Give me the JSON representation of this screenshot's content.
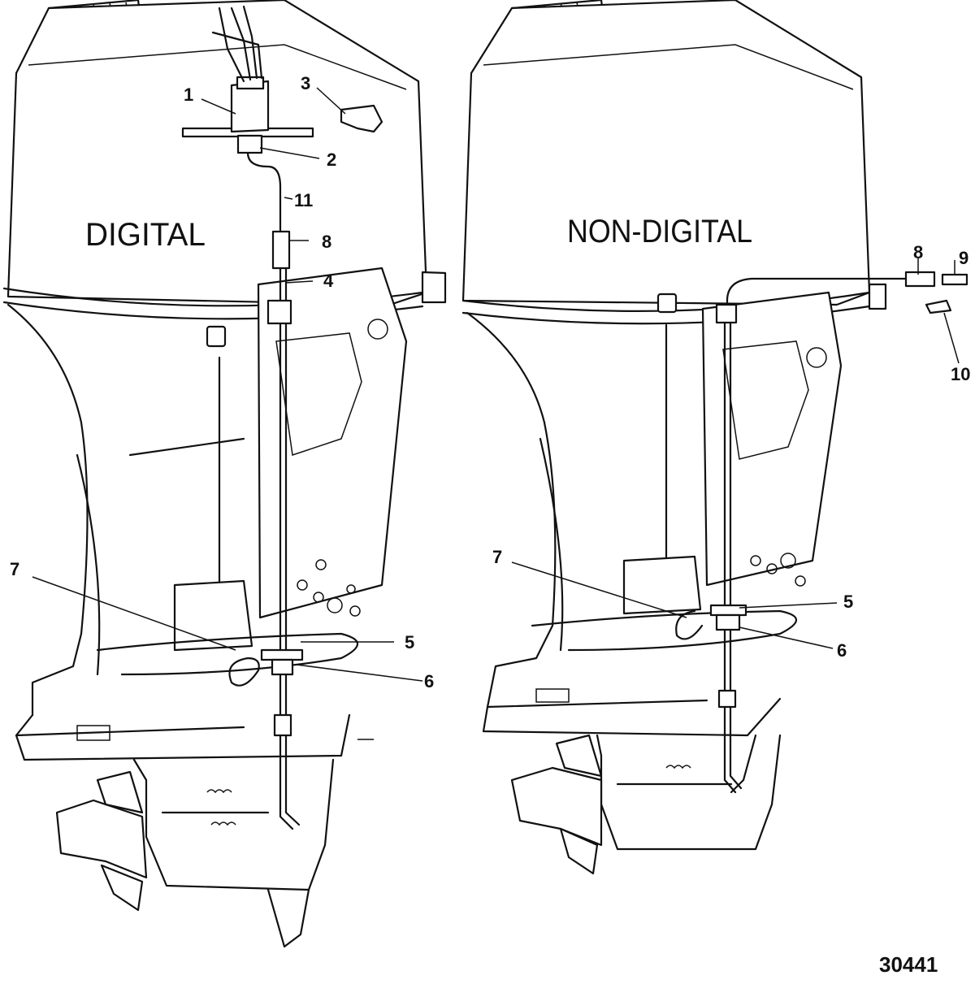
{
  "left_panel": {
    "title": "DIGITAL",
    "callouts": [
      "1",
      "2",
      "3",
      "11",
      "8",
      "4",
      "7",
      "5",
      "6"
    ]
  },
  "right_panel": {
    "title": "NON-DIGITAL",
    "callouts": [
      "8",
      "9",
      "10",
      "7",
      "5",
      "6"
    ]
  },
  "figure_number": "30441"
}
